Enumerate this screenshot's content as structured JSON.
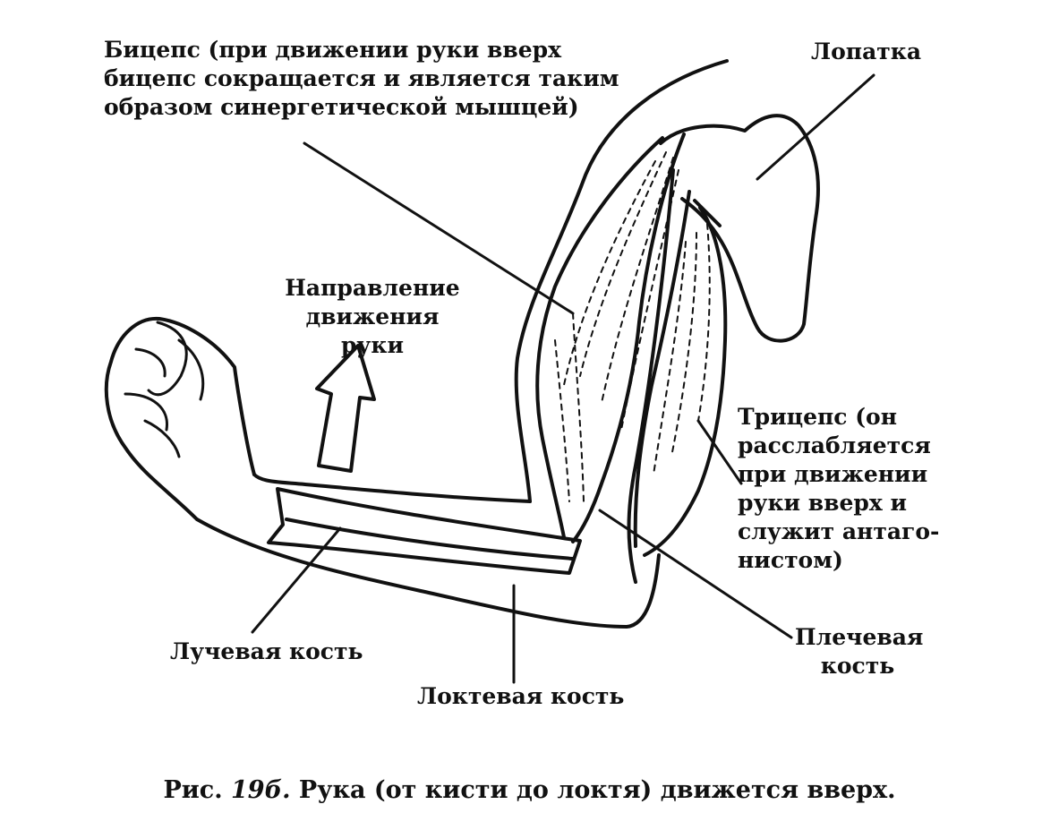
{
  "labels": {
    "biceps": [
      "Бицепс (при движении руки вверх",
      "бицепс сокращается и является таким",
      "образом синергетической мышцей)"
    ],
    "scapula": "Лопатка",
    "direction": [
      "Направление",
      "движения руки"
    ],
    "triceps": [
      "Трицепс (он",
      "расслабляется",
      "при движении",
      "руки вверх и",
      "служит антаго-",
      "нистом)"
    ],
    "humerus": [
      "Плечевая",
      "кость"
    ],
    "radius": "Лучевая кость",
    "ulna": "Локтевая кость"
  },
  "caption": {
    "prefix": "Рис.",
    "number": "19б.",
    "text": "Рука (от кисти до локтя) движется вверх."
  }
}
